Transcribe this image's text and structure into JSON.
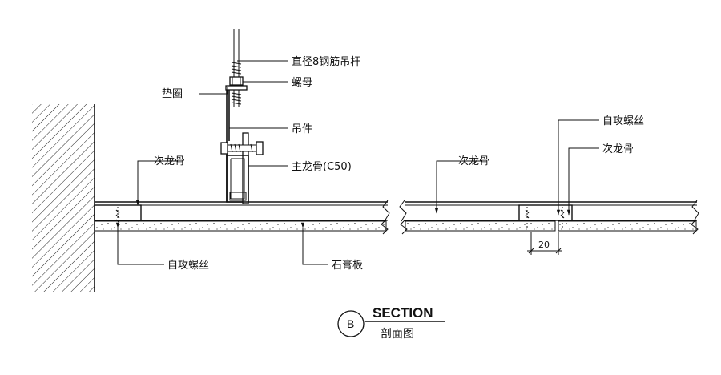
{
  "labels": {
    "rod": "直径8钢筋吊杆",
    "washer": "垫圈",
    "nut": "螺母",
    "hanger": "吊件",
    "secondary_left": "次龙骨",
    "main_keel": "主龙骨(C50)",
    "screw_left": "自攻螺丝",
    "gypsum": "石膏板",
    "secondary_right_a": "次龙骨",
    "screw_right": "自攻螺丝",
    "secondary_right_b": "次龙骨"
  },
  "dimension": "20",
  "title": {
    "bubble": "B",
    "main": "SECTION",
    "sub": "剖面图"
  }
}
